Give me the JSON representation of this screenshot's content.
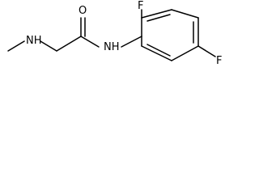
{
  "molecule": {
    "atoms": {
      "fluorine_top": "F",
      "fluorine_right": "F",
      "oxygen": "O",
      "amide_nh": "NH",
      "amine_nh": "NH"
    }
  }
}
